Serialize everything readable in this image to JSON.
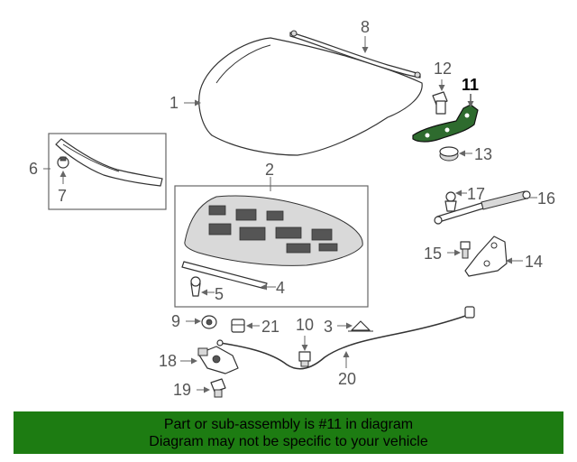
{
  "callouts": {
    "c1": "1",
    "c2": "2",
    "c3": "3",
    "c4": "4",
    "c5": "5",
    "c6": "6",
    "c7": "7",
    "c8": "8",
    "c9": "9",
    "c10": "10",
    "c11": "11",
    "c12": "12",
    "c13": "13",
    "c14": "14",
    "c15": "15",
    "c16": "16",
    "c17": "17",
    "c18": "18",
    "c19": "19",
    "c20": "20",
    "c21": "21"
  },
  "highlighted_part": "11",
  "colors": {
    "highlight": "#2e6b2e",
    "banner": "#1d7c12"
  },
  "banner": {
    "line1": "Part or sub-assembly is #11 in diagram",
    "line2": "Diagram may not be specific to your vehicle"
  }
}
